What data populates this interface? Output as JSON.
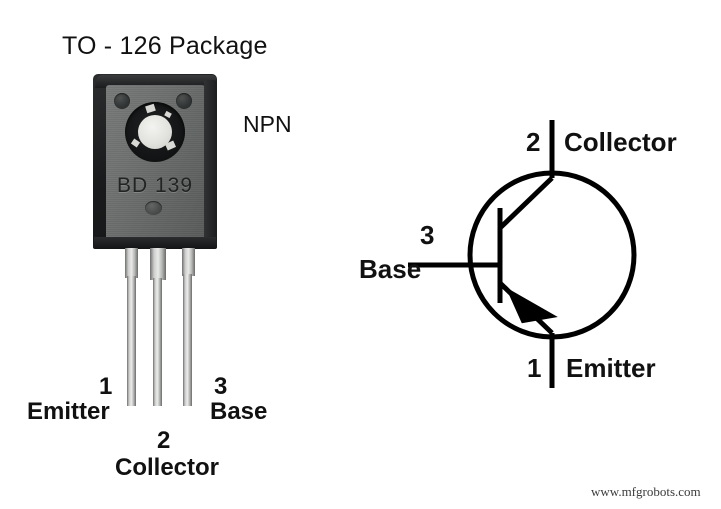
{
  "page": {
    "background_color": "#ffffff",
    "ink_color": "#111111"
  },
  "package_section": {
    "title": "TO - 126 Package",
    "type_label": "NPN",
    "part_marking": "BD 139",
    "pins": [
      {
        "number": "1",
        "name": "Emitter"
      },
      {
        "number": "2",
        "name": "Collector"
      },
      {
        "number": "3",
        "name": "Base"
      }
    ],
    "body_colors": {
      "shell": "#1b1d1e",
      "face": "#6f7271",
      "hole_ring": "#141516",
      "hole_center": "#e9e9e5",
      "lead": "#cfd0cd"
    }
  },
  "symbol_section": {
    "terminals": [
      {
        "number": "2",
        "name": "Collector"
      },
      {
        "number": "3",
        "name": "Base"
      },
      {
        "number": "1",
        "name": "Emitter"
      }
    ],
    "stroke_color": "#000000"
  },
  "watermark": {
    "text": "www.mfgrobots.com"
  }
}
